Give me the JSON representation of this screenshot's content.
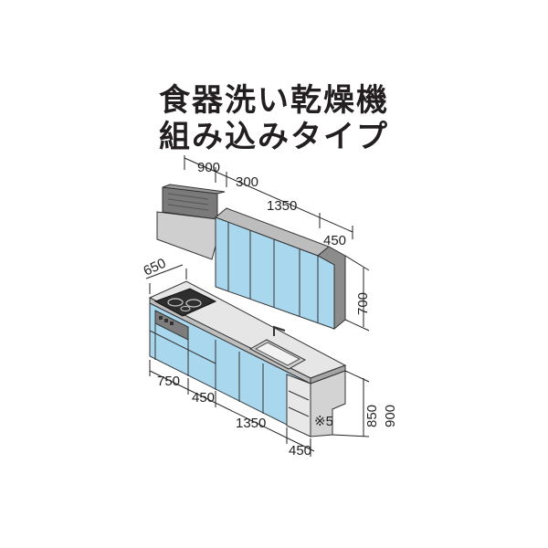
{
  "title": {
    "line1": "食器洗い乾燥機",
    "line2": "組み込みタイプ"
  },
  "upper_dimensions": {
    "hood_width": "900",
    "cabinet_a": "300",
    "cabinet_b": "1350",
    "cabinet_c": "450",
    "height": "700"
  },
  "lower_dimensions": {
    "depth": "650",
    "section_a": "750",
    "section_b": "450",
    "section_c": "1350",
    "section_d": "450",
    "height_1": "850",
    "height_2": "900"
  },
  "note": "※5",
  "colors": {
    "door_blue": "#a9d7ee",
    "frame_gray": "#8c8c8c",
    "counter_gray": "#d9d9d9",
    "outline": "#333333"
  }
}
